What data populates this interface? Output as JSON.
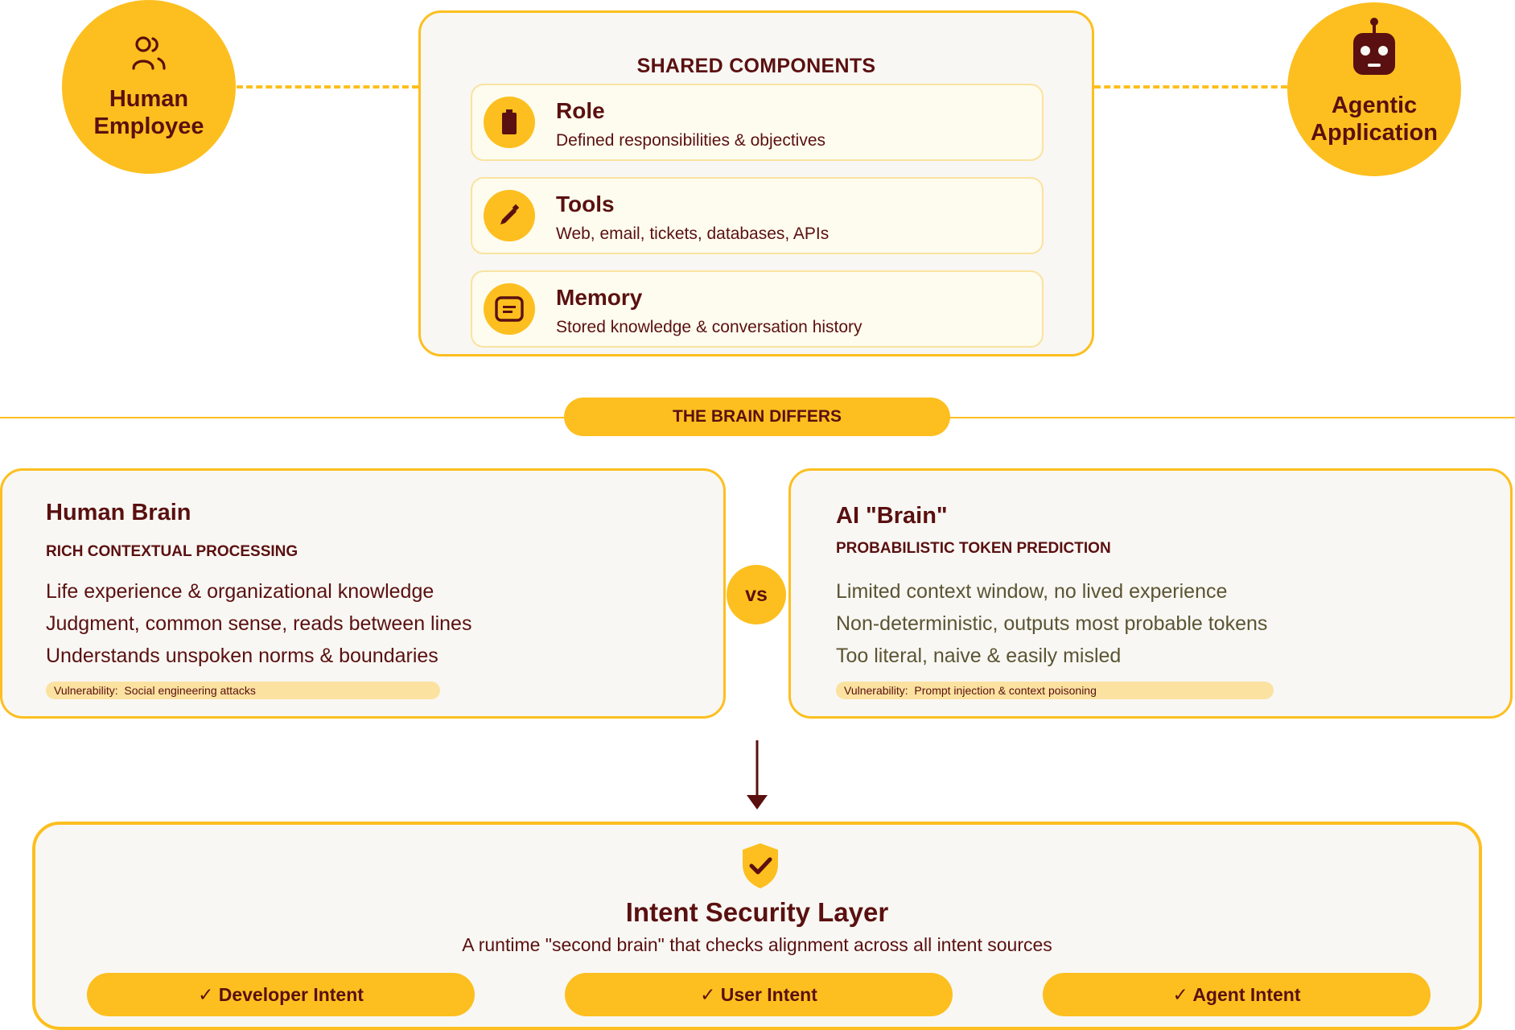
{
  "nodes": {
    "human": {
      "label_line1": "Human",
      "label_line2": "Employee",
      "icon": "users-icon"
    },
    "agent": {
      "label_line1": "Agentic",
      "label_line2": "Application",
      "icon": "robot-icon"
    }
  },
  "shared": {
    "title": "SHARED COMPONENTS",
    "items": [
      {
        "title": "Role",
        "subtitle": "Defined responsibilities & objectives",
        "icon": "battery-icon"
      },
      {
        "title": "Tools",
        "subtitle": "Web, email, tickets, databases, APIs",
        "icon": "pen-icon"
      },
      {
        "title": "Memory",
        "subtitle": "Stored knowledge & conversation history",
        "icon": "note-icon"
      }
    ]
  },
  "divider": {
    "label": "THE BRAIN DIFFERS"
  },
  "human_brain": {
    "title": "Human Brain",
    "subtitle": "RICH CONTEXTUAL PROCESSING",
    "lines": [
      "Life experience & organizational knowledge",
      "Judgment, common sense, reads between lines",
      "Understands unspoken norms & boundaries"
    ],
    "vulnerability_label": "Vulnerability:",
    "vulnerability_value": "Social engineering attacks"
  },
  "vs_label": "vs",
  "ai_brain": {
    "title": "AI \"Brain\"",
    "subtitle": "PROBABILISTIC TOKEN PREDICTION",
    "lines": [
      "Limited context window, no lived experience",
      "Non-deterministic, outputs most probable tokens",
      "Too literal, naive & easily misled"
    ],
    "vulnerability_label": "Vulnerability:",
    "vulnerability_value": "Prompt injection & context poisoning"
  },
  "security_layer": {
    "icon": "shield-check-icon",
    "title": "Intent Security Layer",
    "subtitle": "A runtime \"second brain\" that checks alignment across all intent sources",
    "intents": [
      "✓ Developer Intent",
      "✓ User Intent",
      "✓ Agent Intent"
    ]
  },
  "colors": {
    "accent": "#fdbf1f",
    "text": "#5a1010",
    "panel_bg": "#f8f7f3",
    "muted_text": "#5b5433"
  }
}
